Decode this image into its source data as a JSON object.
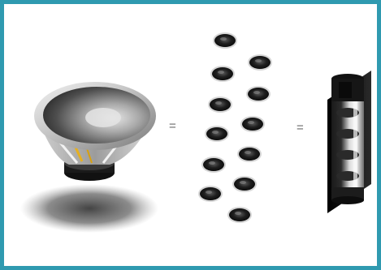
{
  "illustration": {
    "left_item": "woofer-speaker",
    "middle_item": "array-of-small-drivers",
    "right_item": "cylindrical-column-speaker",
    "driver_count": 12
  },
  "equals_signs": [
    "=",
    "="
  ],
  "colors": {
    "frame_border": "#2f9ab0",
    "background": "#ffffff"
  }
}
